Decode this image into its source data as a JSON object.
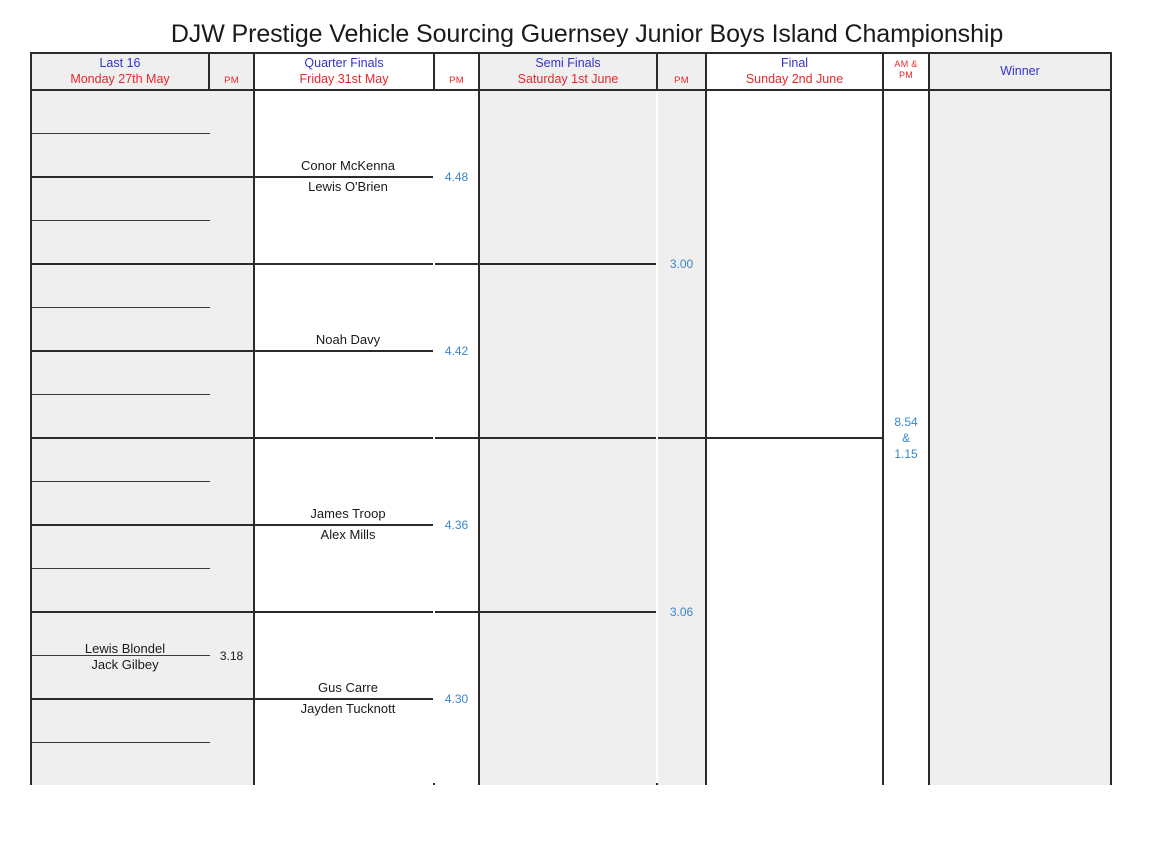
{
  "title": "DJW Prestige Vehicle Sourcing Guernsey Junior Boys Island Championship",
  "colors": {
    "round_label": "#3333cc",
    "date_label": "#e8272c",
    "time_blue": "#3a86c8",
    "time_dark": "#1a1a1a",
    "shaded_cell": "#efefef",
    "plain_cell": "#ffffff",
    "border": "#2b2b2b"
  },
  "headers": [
    {
      "round": "Last 16",
      "date": "Monday 27th May",
      "pm": [
        "PM"
      ]
    },
    {
      "round": "Quarter Finals",
      "date": "Friday 31st May",
      "pm": [
        "PM"
      ]
    },
    {
      "round": "Semi Finals",
      "date": "Saturday 1st June",
      "pm": [
        "PM"
      ]
    },
    {
      "round": "Final",
      "date": "Sunday 2nd June",
      "pm": [
        "AM &",
        "PM"
      ]
    },
    {
      "round": "Winner",
      "date": "",
      "pm": []
    }
  ],
  "last16": {
    "slots": [
      "",
      "",
      "",
      "",
      "",
      "",
      "",
      "",
      "",
      "",
      "",
      "",
      "Lewis Blondel",
      "Jack Gilbey",
      "",
      ""
    ],
    "times": [
      "",
      "",
      "",
      "",
      "",
      "",
      "3.18",
      ""
    ]
  },
  "quarter_finals": {
    "matches": [
      {
        "top": "Conor McKenna",
        "bottom": "Lewis O'Brien",
        "time": "4.48"
      },
      {
        "top": "Noah Davy",
        "bottom": "",
        "time": "4.42"
      },
      {
        "top": "James Troop",
        "bottom": "Alex Mills",
        "time": "4.36"
      },
      {
        "top": "Gus Carre",
        "bottom": "Jayden Tucknott",
        "time": "4.30"
      }
    ]
  },
  "semi_finals": {
    "matches": [
      {
        "top": "",
        "bottom": "",
        "time": "3.00"
      },
      {
        "top": "",
        "bottom": "",
        "time": "3.06"
      }
    ]
  },
  "final": {
    "top": "",
    "bottom": "",
    "time_line1": "8.54",
    "time_line2": "&",
    "time_line3": "1.15"
  },
  "winner": {
    "name": ""
  }
}
